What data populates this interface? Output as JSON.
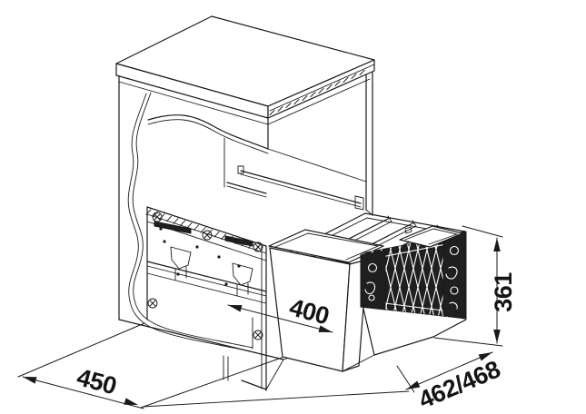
{
  "drawing": {
    "colors": {
      "background": "#ffffff",
      "line": "#1a1a1a",
      "frame_fill": "#1f1f1f"
    },
    "labels": {
      "depth": "450",
      "travel": "400",
      "width": "462/468",
      "height": "361"
    }
  }
}
